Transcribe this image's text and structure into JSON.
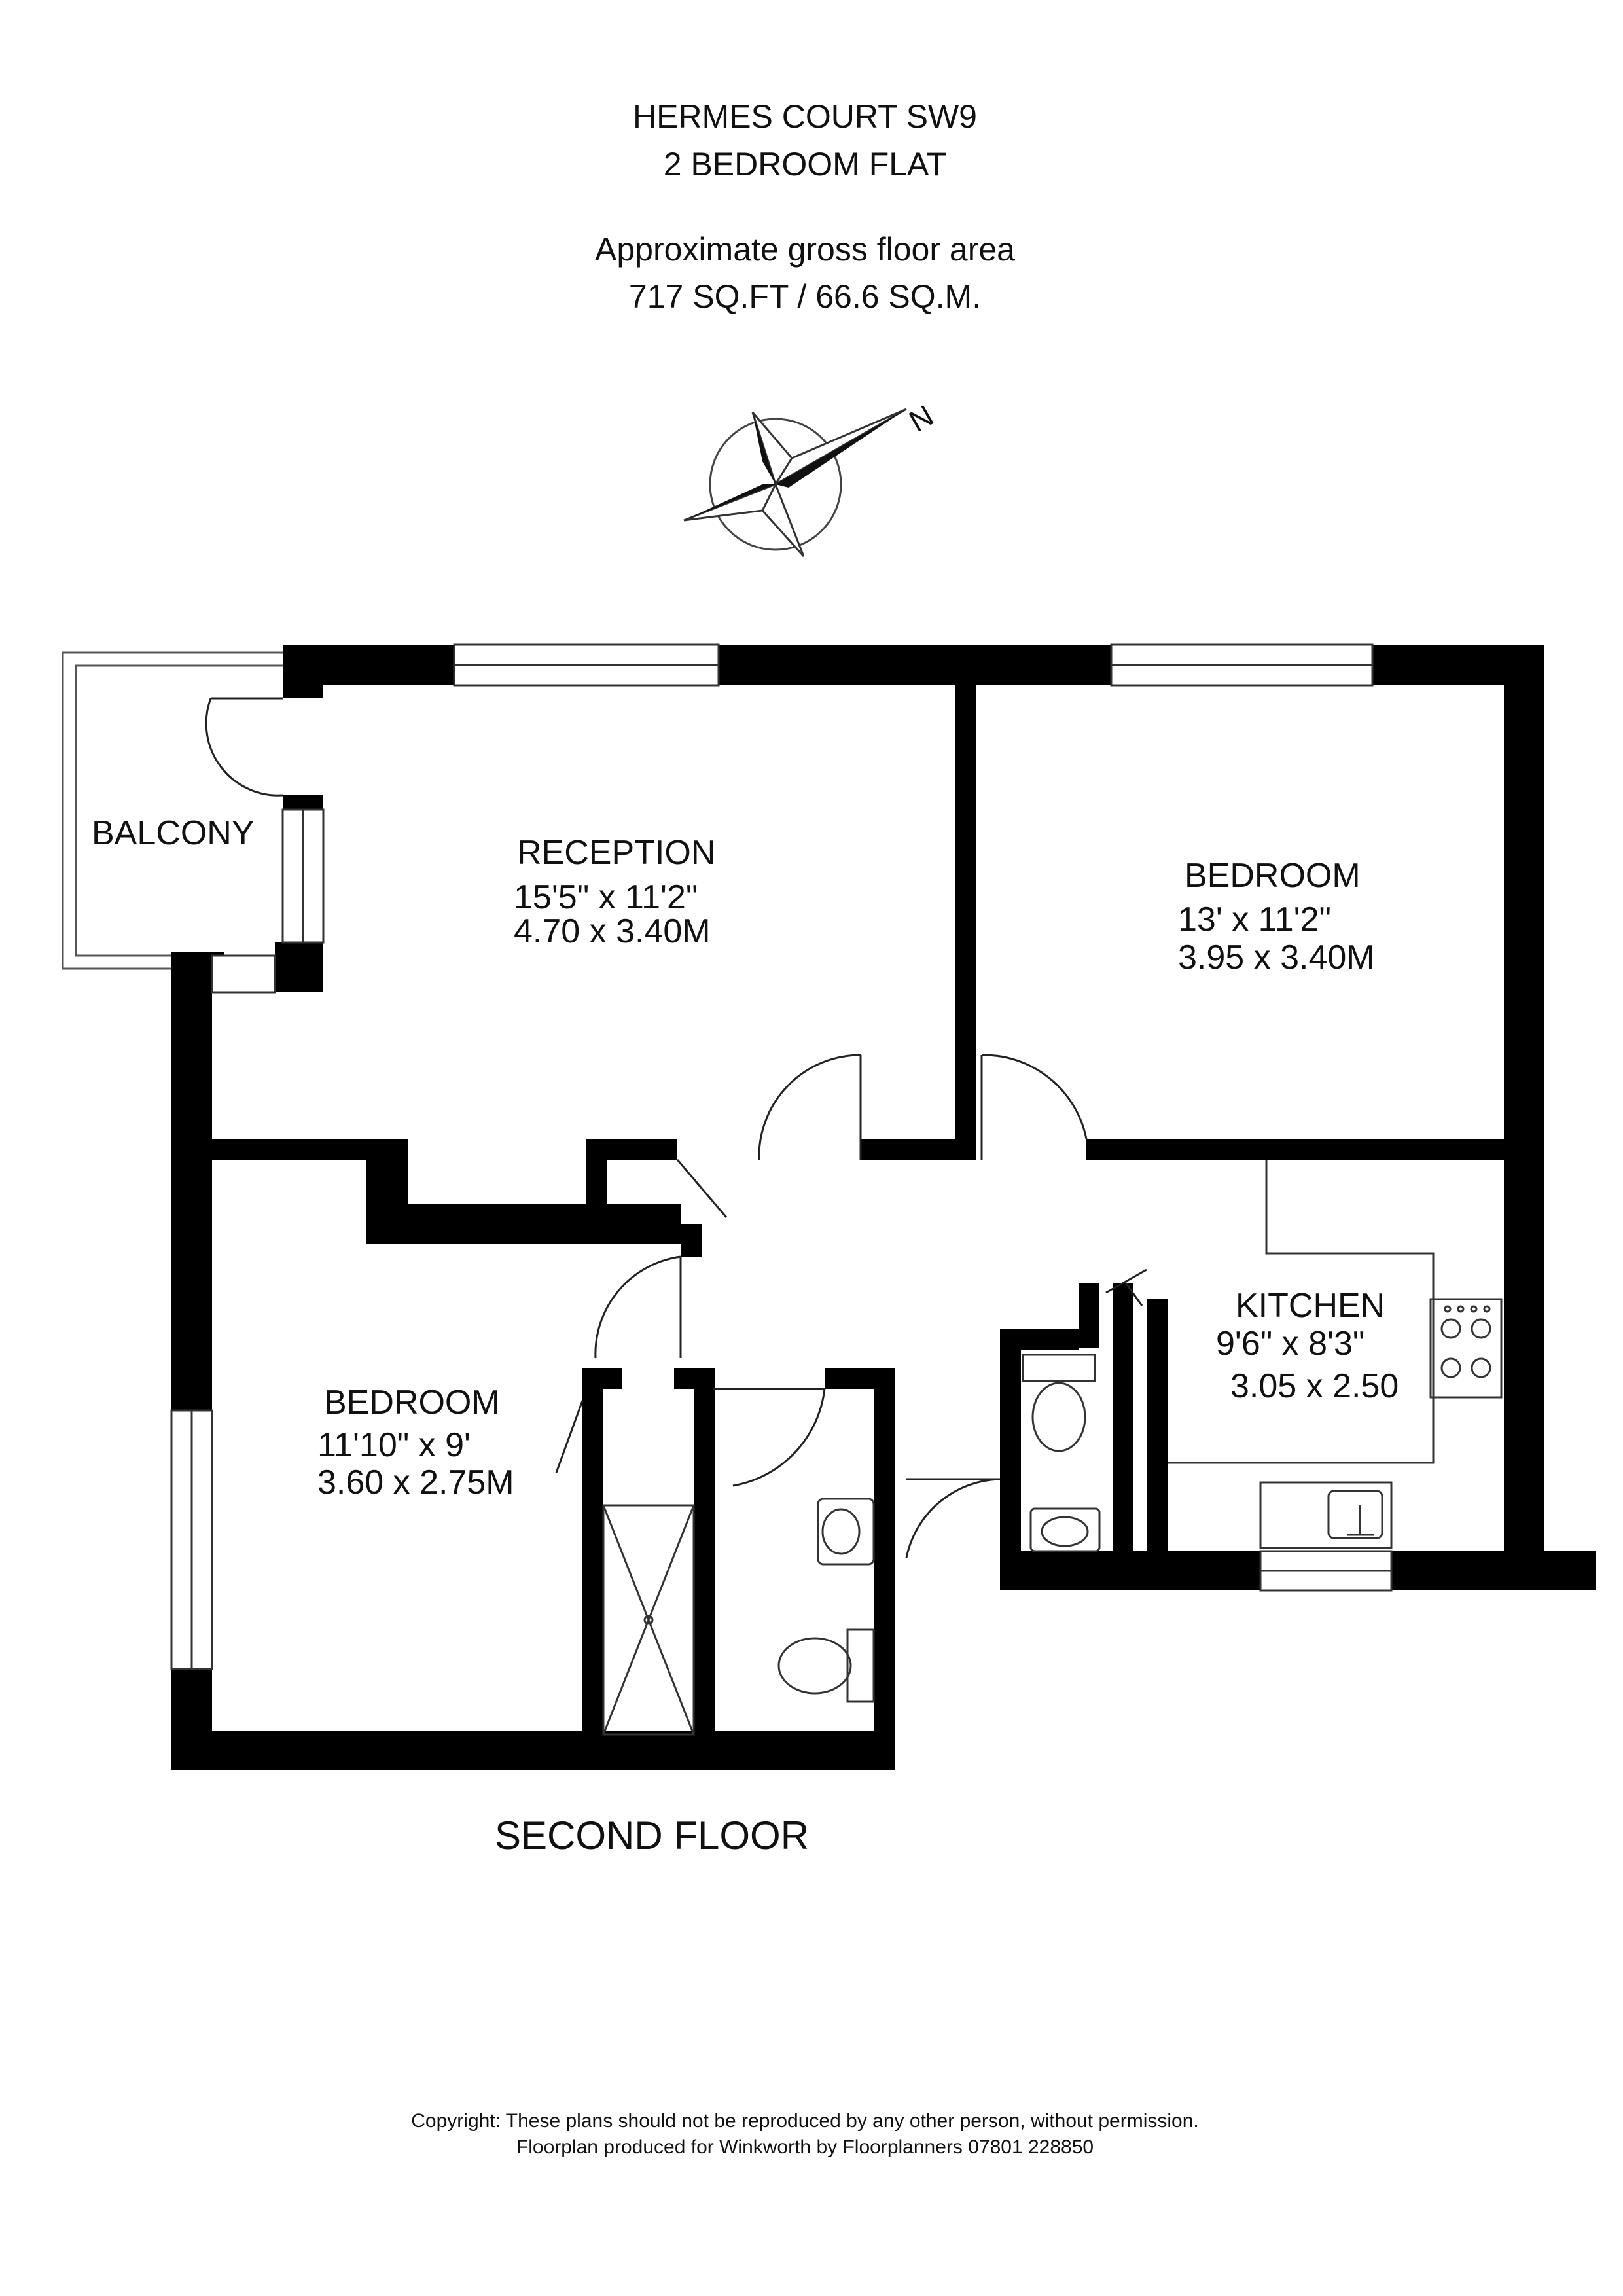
{
  "header": {
    "title": "HERMES COURT  SW9",
    "subtitle": "2 BEDROOM FLAT",
    "area_label": "Approximate gross floor area",
    "area_value": "717 SQ.FT / 66.6 SQ.M."
  },
  "compass": {
    "north_label": "N"
  },
  "rooms": {
    "balcony": {
      "name": "BALCONY"
    },
    "reception": {
      "name": "RECEPTION",
      "imperial": "15'5\" x 11'2\"",
      "metric": "4.70 x 3.40M"
    },
    "bedroom_1": {
      "name": "BEDROOM",
      "imperial": "13' x 11'2\"",
      "metric": "3.95 x 3.40M"
    },
    "bedroom_2": {
      "name": "BEDROOM",
      "imperial": "11'10\" x 9'",
      "metric": "3.60 x 2.75M"
    },
    "kitchen": {
      "name": "KITCHEN",
      "imperial": "9'6\" x 8'3\"",
      "metric": "3.05 x 2.50"
    }
  },
  "floor_label": "SECOND FLOOR",
  "footer": {
    "copyright": "Copyright: These plans should not be reproduced by any other person, without permission.",
    "credit": "Floorplan produced for Winkworth by Floorplanners 07801 228850"
  }
}
